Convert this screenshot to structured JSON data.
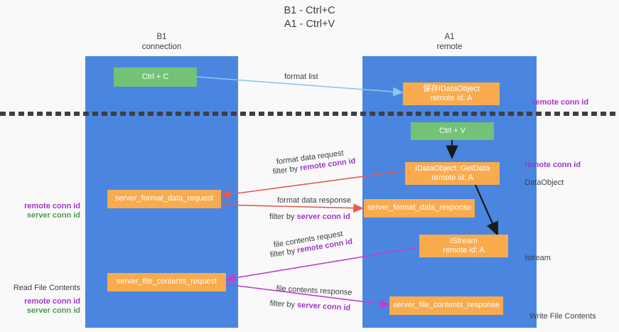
{
  "title": "B1 - Ctrl+C\nA1 - Ctrl+V",
  "columns": {
    "left": {
      "name": "B1",
      "sub": "connection",
      "label": "B1\nconnection"
    },
    "right": {
      "name": "A1",
      "sub": "remote",
      "label": "A1\nremote"
    }
  },
  "boxes": {
    "ctrl_c": {
      "line1": "Ctrl + C"
    },
    "ctrl_v": {
      "line1": "Ctrl + V"
    },
    "idataobject": {
      "line1": "保存IDataObject",
      "line2": "remote id: A"
    },
    "getdata": {
      "line1": "IDataObject::GetData",
      "line2": "remote id: A"
    },
    "istream": {
      "line1": "IStream",
      "line2": "remote id: A"
    },
    "server_format_data_request": {
      "line1": "server_format_data_request"
    },
    "server_format_data_response": {
      "line1": "server_format_data_response"
    },
    "server_file_contents_request": {
      "line1": "server_file_contents_request"
    },
    "server_file_contents_response": {
      "line1": "server_file_contents_response"
    }
  },
  "arrow_captions": {
    "format_list": "format list",
    "format_data_request": "format data request",
    "format_data_request_filter_prefix": "filter by ",
    "format_data_request_filter_value": "remote conn id",
    "format_data_response": "format data response",
    "format_data_response_filter_prefix": "filter by ",
    "format_data_response_filter_value": "server conn id",
    "file_contents_request": "file contents request",
    "file_contents_request_filter_prefix": "filter by ",
    "file_contents_request_filter_value": "remote conn id",
    "file_contents_response": "file contents response",
    "file_contents_response_filter_prefix": "filter by ",
    "file_contents_response_filter_value": "server conn id"
  },
  "right_labels": {
    "remote_conn_id_top": "remote conn id",
    "remote_conn_id_mid": "remote conn id",
    "dataobject": "DataObject",
    "istream": "Istream",
    "write_file_contents": "Write File Contents"
  },
  "left_labels": {
    "remote_conn_id_mid": "remote conn id",
    "server_conn_id_mid": "server conn id",
    "read_file_contents": "Read File Contents",
    "remote_conn_id_bottom": "remote conn id",
    "server_conn_id_bottom": "server conn id"
  },
  "colors": {
    "lane": "#4a86e0",
    "green_box": "#73c276",
    "orange_box": "#f9ab4e",
    "purple_text": "#a335c8",
    "green_text": "#4e9a51",
    "red_arrow": "#e8594f",
    "magenta_arrow": "#bf3fd0",
    "light_blue_arrow": "#a8d3f0",
    "black_arrow": "#1a1a1a",
    "background": "#f9f9f9"
  }
}
